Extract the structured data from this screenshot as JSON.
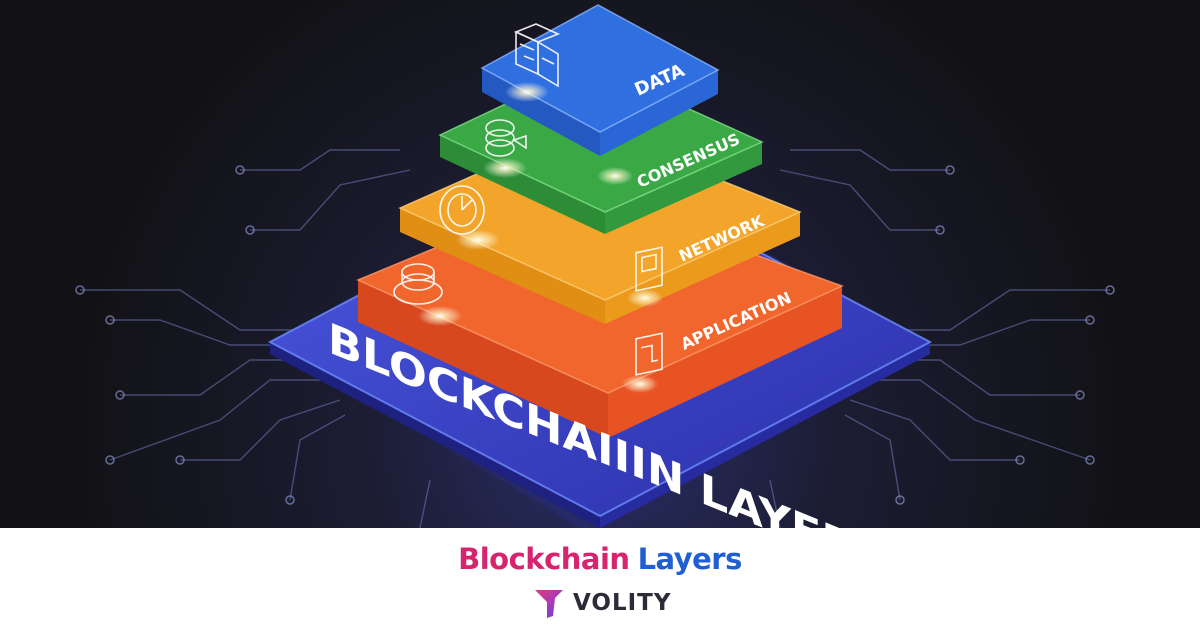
{
  "hero": {
    "base_label": "BLOCKCHAIIIN LAYERS",
    "layers": [
      {
        "label": "DATA",
        "icon": "data-cube-icon",
        "color": "#2f6fe0"
      },
      {
        "label": "CONSENSUS",
        "icon": "consensus-spring-icon",
        "color": "#3aa845"
      },
      {
        "label": "NETWORK",
        "icon": "network-clock-icon",
        "color": "#f2a52a"
      },
      {
        "label": "APPLICATION",
        "icon": "application-button-icon",
        "color": "#f0662d"
      }
    ],
    "base_color": "#3a3fc4"
  },
  "footer": {
    "title_part1": "Blockchain",
    "title_part2": "Layers",
    "brand_name": "VOLITY",
    "brand_icon": "volity-logo-icon"
  }
}
